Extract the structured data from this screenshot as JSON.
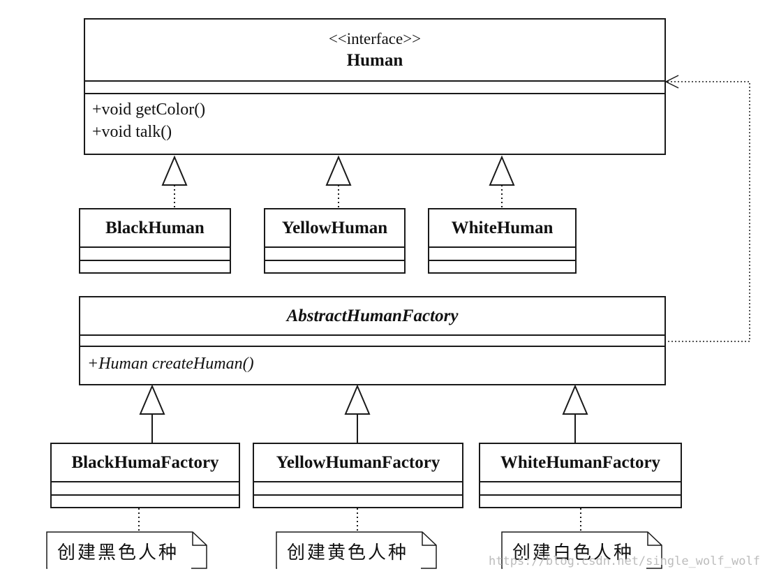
{
  "interface": {
    "stereotype": "<<interface>>",
    "name": "Human",
    "operations": [
      "+void getColor()",
      "+void talk()"
    ]
  },
  "concrete_humans": [
    {
      "name": "BlackHuman"
    },
    {
      "name": "YellowHuman"
    },
    {
      "name": "WhiteHuman"
    }
  ],
  "abstract_factory": {
    "name": "AbstractHumanFactory",
    "operations": [
      "+Human createHuman()"
    ]
  },
  "concrete_factories": [
    {
      "name": "BlackHumaFactory",
      "note": "创建黑色人种"
    },
    {
      "name": "YellowHumanFactory",
      "note": "创建黄色人种"
    },
    {
      "name": "WhiteHumanFactory",
      "note": "创建白色人种"
    }
  ],
  "watermark": "https://blog.csdn.net/single_wolf_wolf"
}
